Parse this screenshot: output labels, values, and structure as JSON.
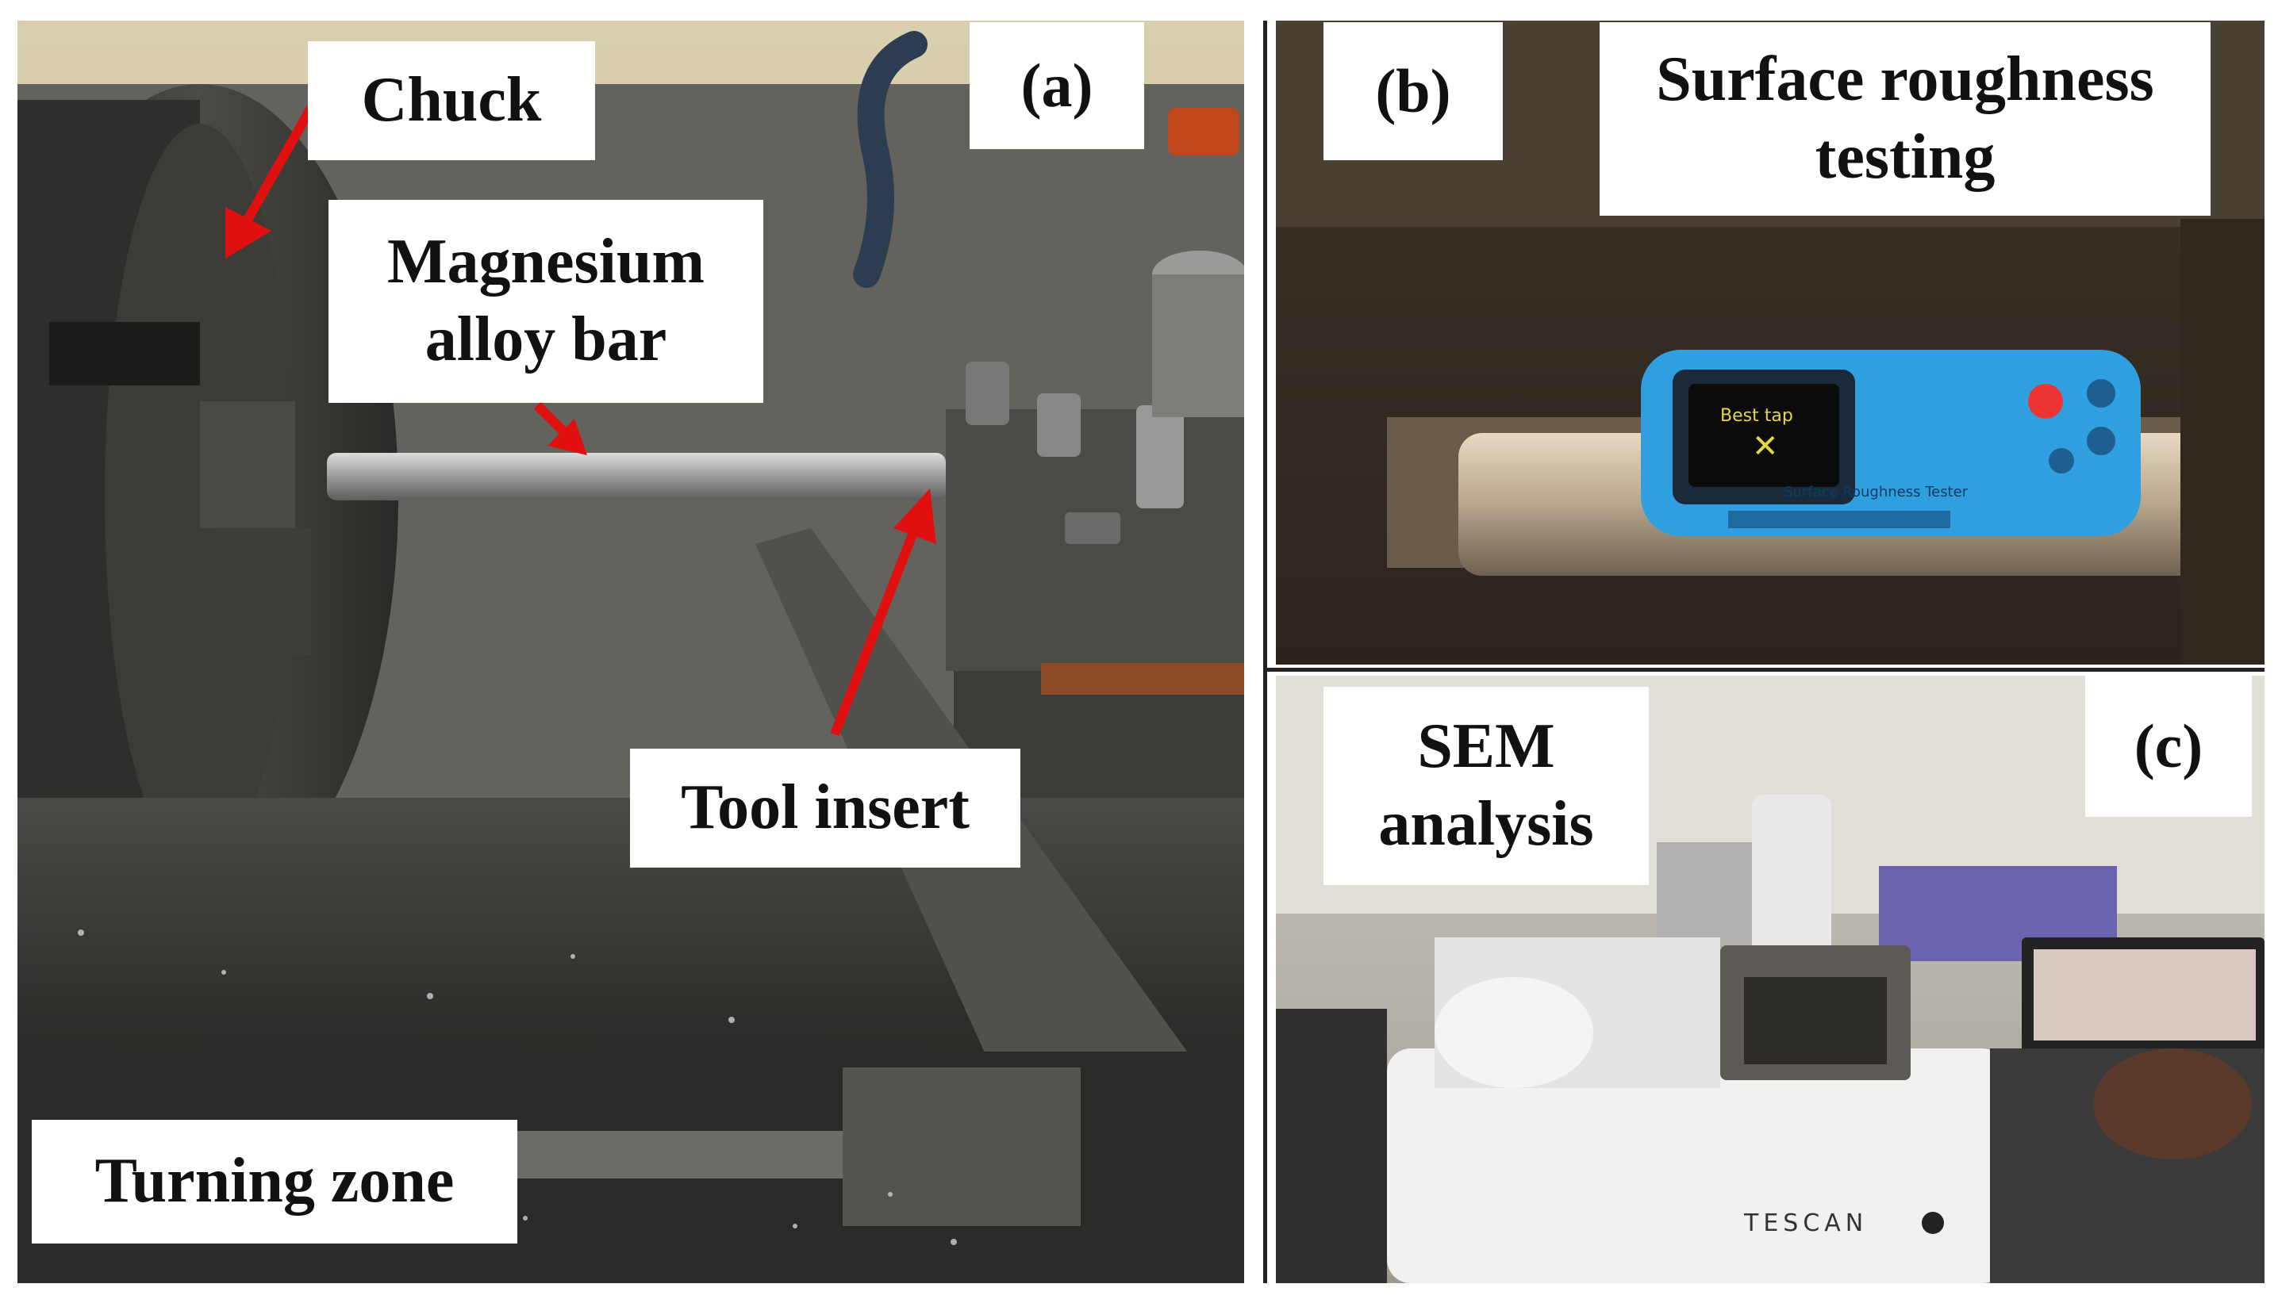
{
  "panel_a": {
    "panel_label": "(a)",
    "labels": {
      "chuck": "Chuck",
      "magnesium_bar": "Magnesium\nalloy bar",
      "tool_insert": "Tool insert",
      "turning_zone": "Turning zone"
    }
  },
  "panel_b": {
    "panel_label": "(b)",
    "title": "Surface roughness\ntesting",
    "device_caption": "Surface Roughness Tester"
  },
  "panel_c": {
    "panel_label": "(c)",
    "title": "SEM\nanalysis",
    "brand": "TESCAN"
  },
  "colors": {
    "arrow": "#e01010",
    "tester_blue": "#2f9fe0",
    "lathe_dark": "#3a3a38"
  }
}
